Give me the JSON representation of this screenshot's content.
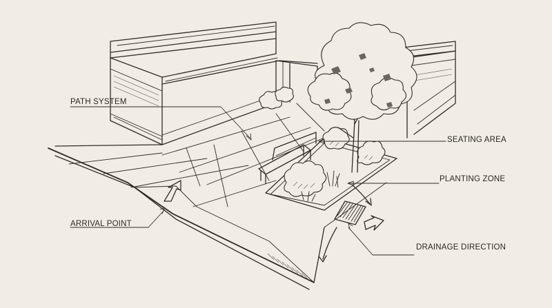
{
  "labels": {
    "path_system": "PATH SYSTEM",
    "seating_area": "SEATING AREA",
    "planting_zone": "PLANTING ZONE",
    "arrival_point": "ARRIVAL POINT",
    "drainage_direction": "DRAINAGE DIRECTION"
  },
  "colors": {
    "background": "#f1ede4",
    "ink": "#2f2b27"
  },
  "icons": [
    "arrival-arrow-icon",
    "drainage-arrow-icon",
    "drain-grate-icon",
    "bench-icon",
    "tree-icon"
  ]
}
